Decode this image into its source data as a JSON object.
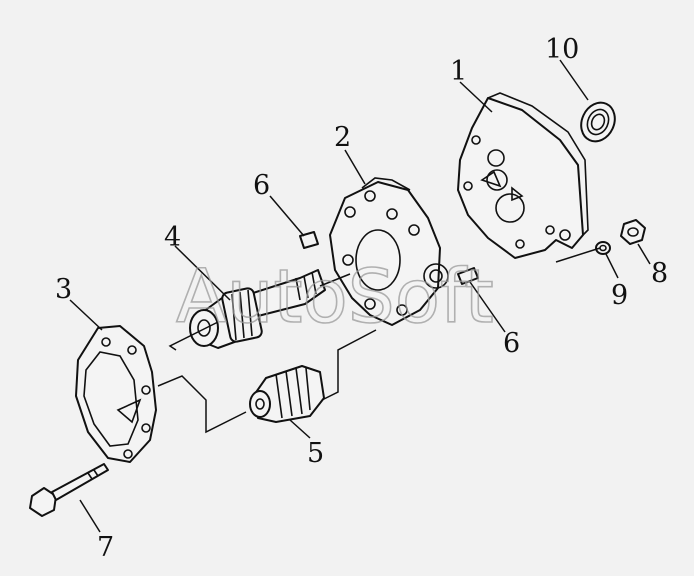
{
  "diagram": {
    "callouts": [
      {
        "id": "callout-1",
        "text": "1"
      },
      {
        "id": "callout-2",
        "text": "2"
      },
      {
        "id": "callout-3",
        "text": "3"
      },
      {
        "id": "callout-4",
        "text": "4"
      },
      {
        "id": "callout-5",
        "text": "5"
      },
      {
        "id": "callout-6-top",
        "text": "6"
      },
      {
        "id": "callout-6-right",
        "text": "6"
      },
      {
        "id": "callout-7",
        "text": "7"
      },
      {
        "id": "callout-8",
        "text": "8"
      },
      {
        "id": "callout-9",
        "text": "9"
      },
      {
        "id": "callout-10",
        "text": "10"
      }
    ],
    "watermark": "AutoSoft"
  },
  "colors": {
    "line": "#111111",
    "background": "#f2f2f2",
    "watermark": "#9a9a9a"
  }
}
